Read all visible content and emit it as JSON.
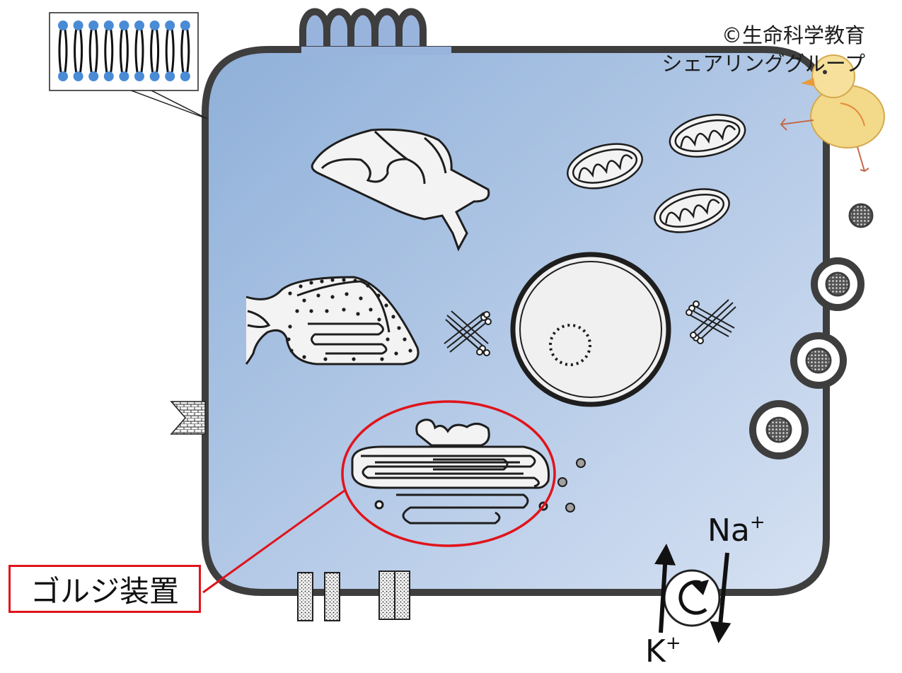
{
  "credit": {
    "line1": "©生命科学教育",
    "line2": "シェアリンググループ"
  },
  "highlight_label": "ゴルジ装置",
  "ions": {
    "sodium": "Na",
    "potassium": "K",
    "charge": "+"
  },
  "colors": {
    "cytoplasm_top": "#93b1da",
    "cytoplasm_bottom": "#d3dff2",
    "membrane": "#3e3e3e",
    "lipid_head": "#4a8bd6",
    "highlight": "#e0141b",
    "organelle_fill": "#f3f3f3"
  }
}
